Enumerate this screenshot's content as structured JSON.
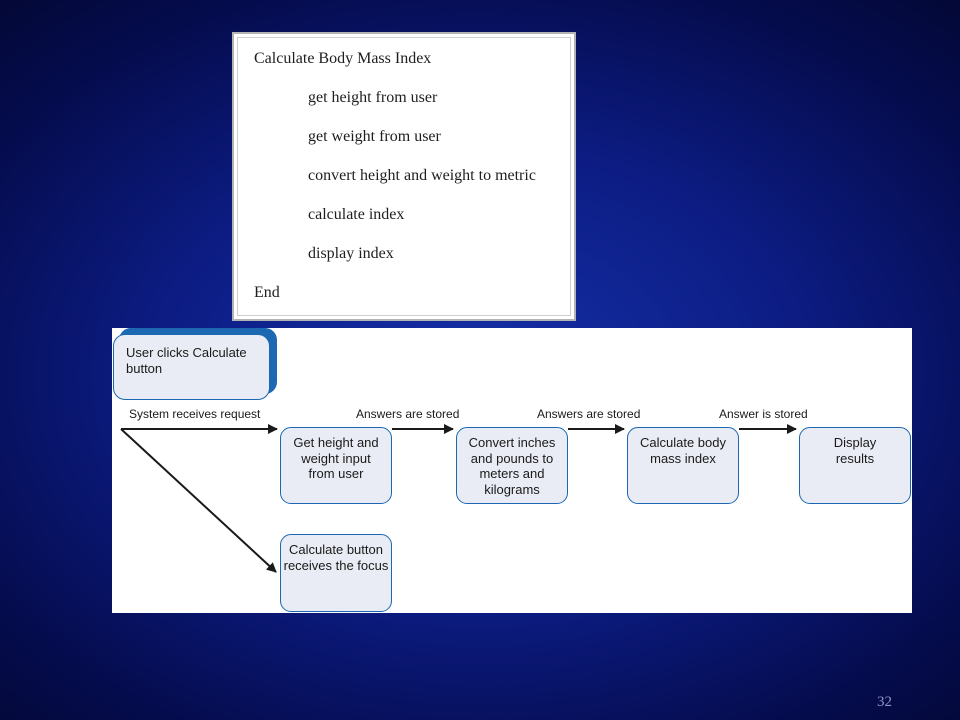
{
  "pseudocode": {
    "lines": [
      {
        "text": "Calculate Body Mass Index"
      },
      {
        "text": "get height from user"
      },
      {
        "text": "get weight from user"
      },
      {
        "text": "convert height and weight to metric"
      },
      {
        "text": "calculate index"
      },
      {
        "text": "display index"
      },
      {
        "text": "End"
      }
    ]
  },
  "flowchart": {
    "start": "User clicks Calculate\nbutton",
    "steps": [
      "Get height and\nweight input\nfrom user",
      "Convert inches\nand pounds to\nmeters and\nkilograms",
      "Calculate body\nmass index",
      "Display\nresults"
    ],
    "focus_step": "Calculate button\nreceives the focus",
    "edge_labels": [
      "System receives request",
      "Answers are stored",
      "Answers are stored",
      "Answer is stored"
    ],
    "box_border_color": "#1b67b1",
    "box_fill_color": "#e9ecf4"
  },
  "slide": {
    "page_number": "32"
  }
}
